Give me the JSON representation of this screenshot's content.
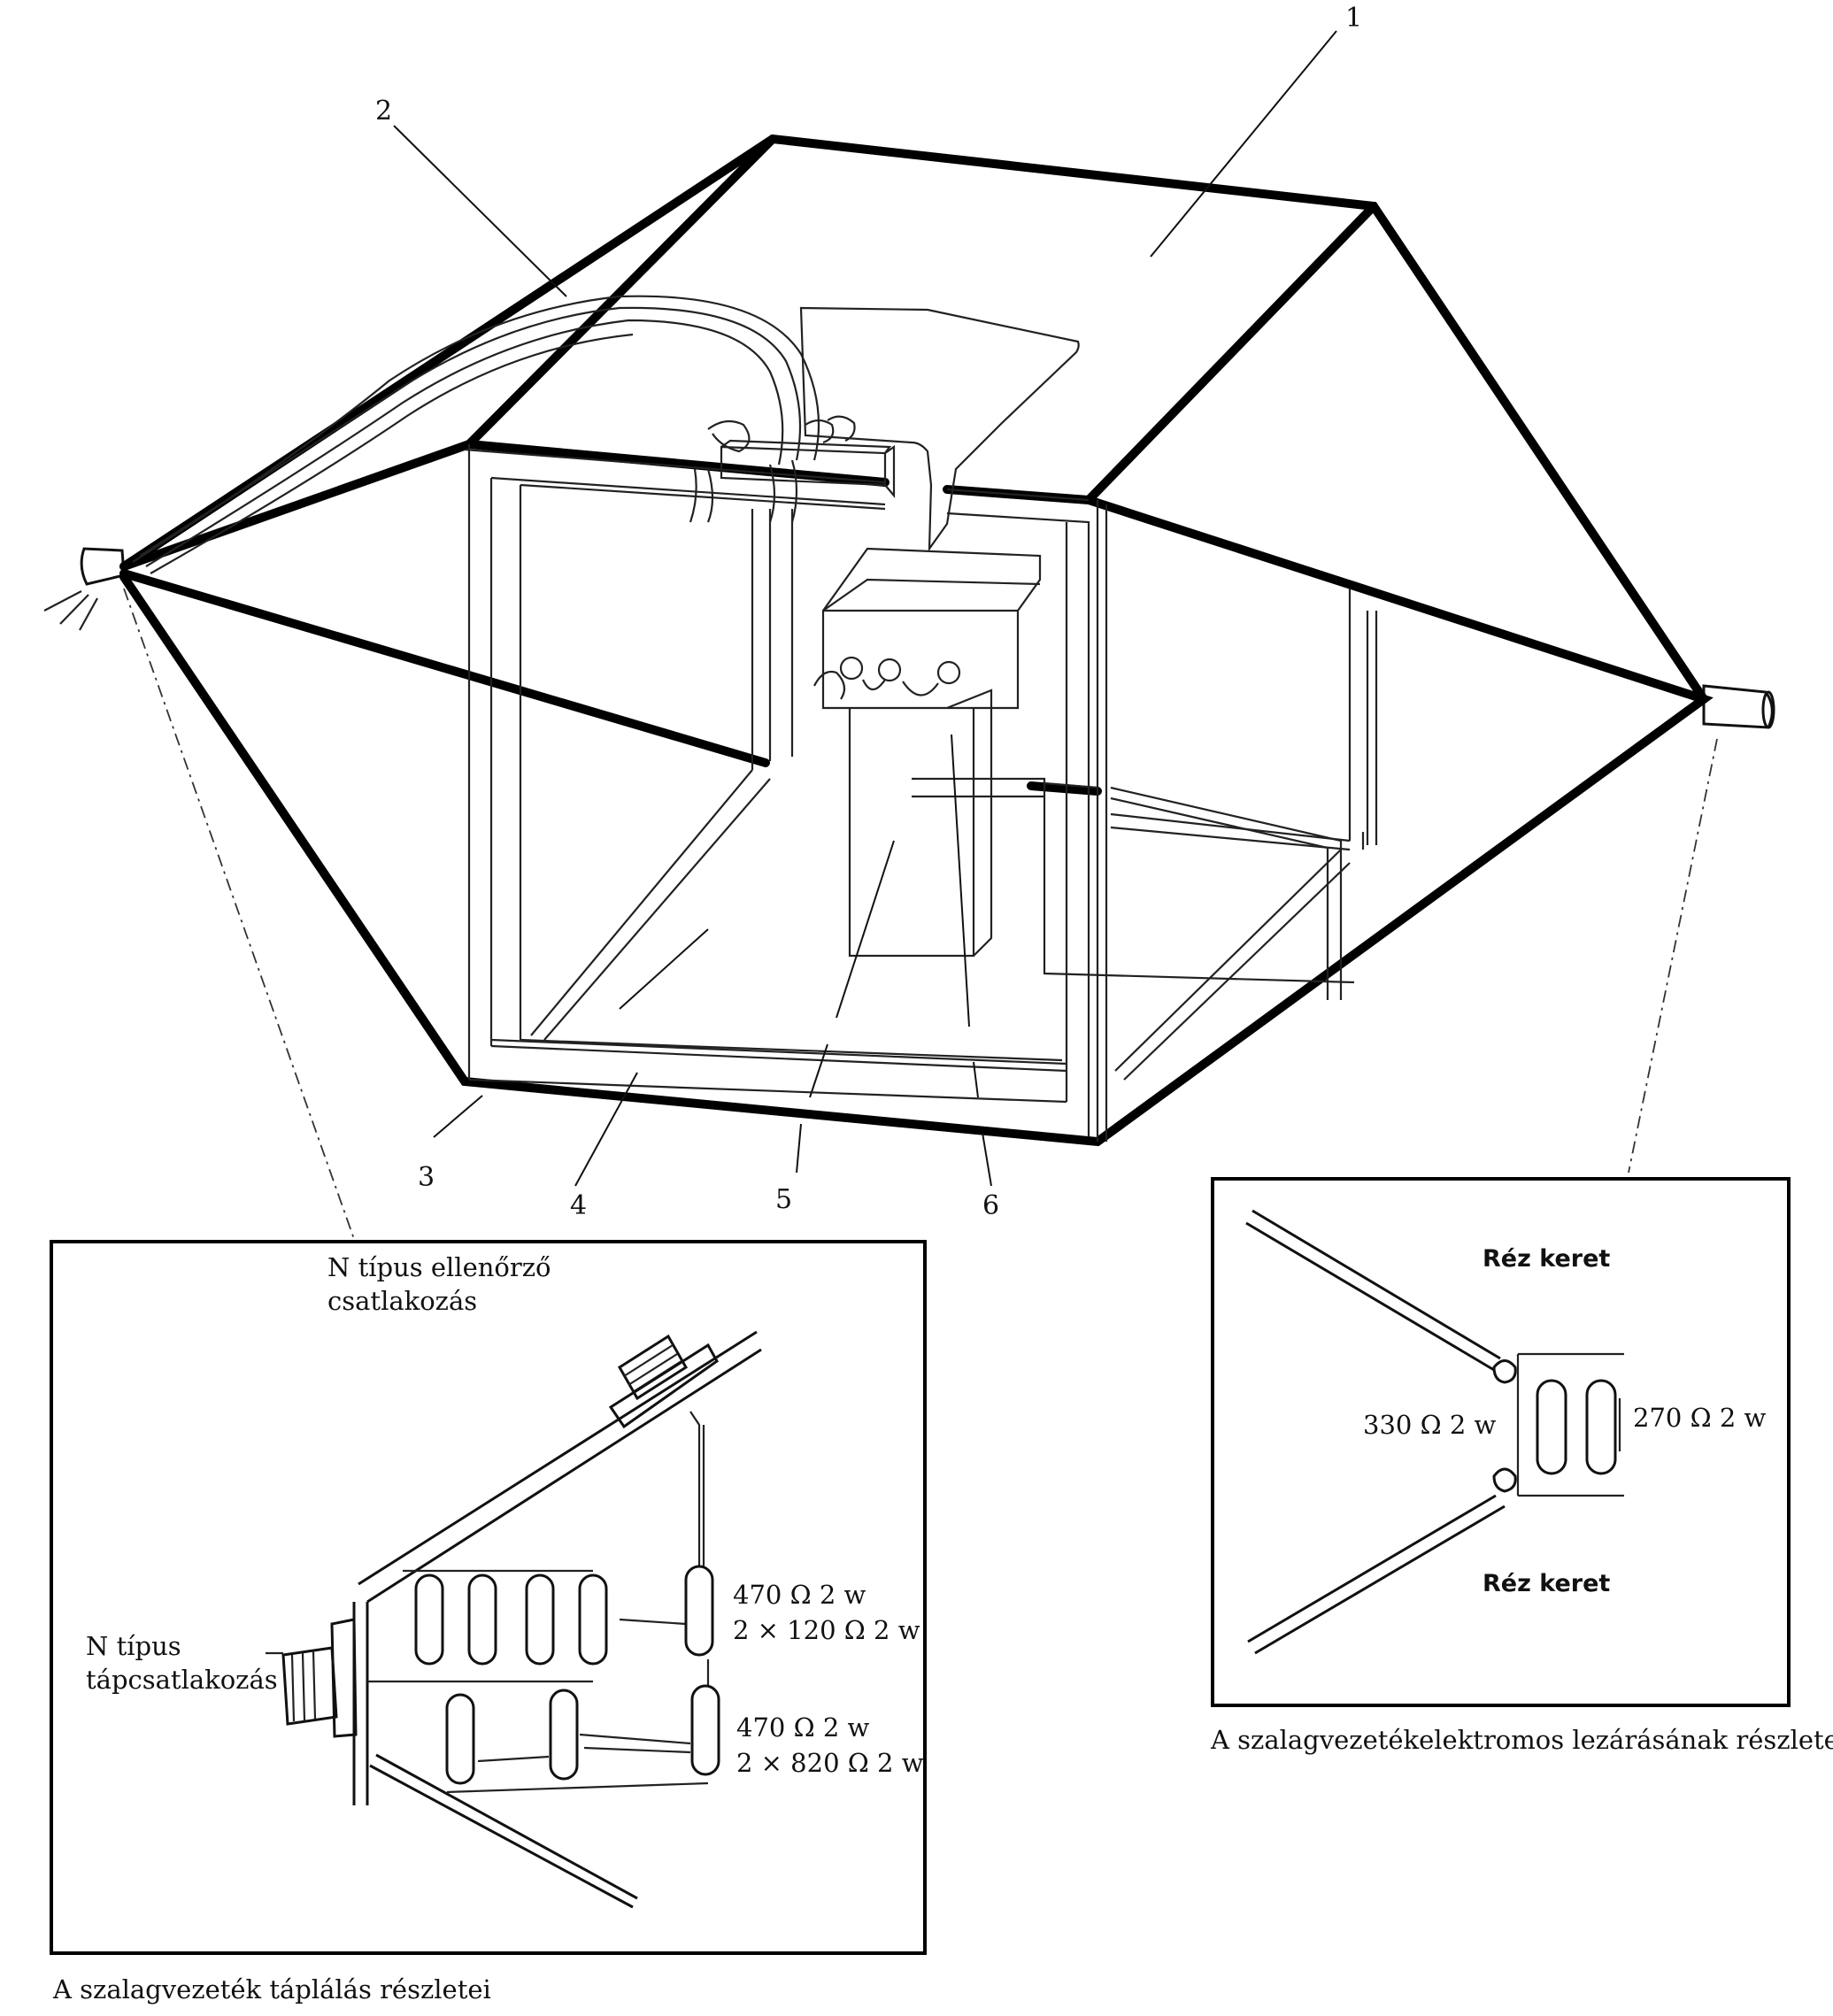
{
  "figure": {
    "part_labels": [
      "1",
      "2",
      "3",
      "4",
      "5",
      "6"
    ]
  },
  "feed_detail": {
    "monitor_connector": [
      "N típus ellenőrző",
      "csatlakozás"
    ],
    "power_connector": [
      "N típus",
      "tápcsatlakozás"
    ],
    "resistor_group_1": [
      "470 Ω 2 w",
      "2 × 120 Ω 2 w"
    ],
    "resistor_group_2": [
      "470 Ω 2 w",
      "2 × 820 Ω 2 w"
    ],
    "caption": "A szalagvezeték táplálás részletei"
  },
  "termination_detail": {
    "frame_top": "Réz keret",
    "frame_bottom": "Réz keret",
    "resistor_left": "330 Ω 2 w",
    "resistor_right": "270 Ω 2 w",
    "caption": "A szalagvezetékelektromos lezárásának részletei"
  }
}
